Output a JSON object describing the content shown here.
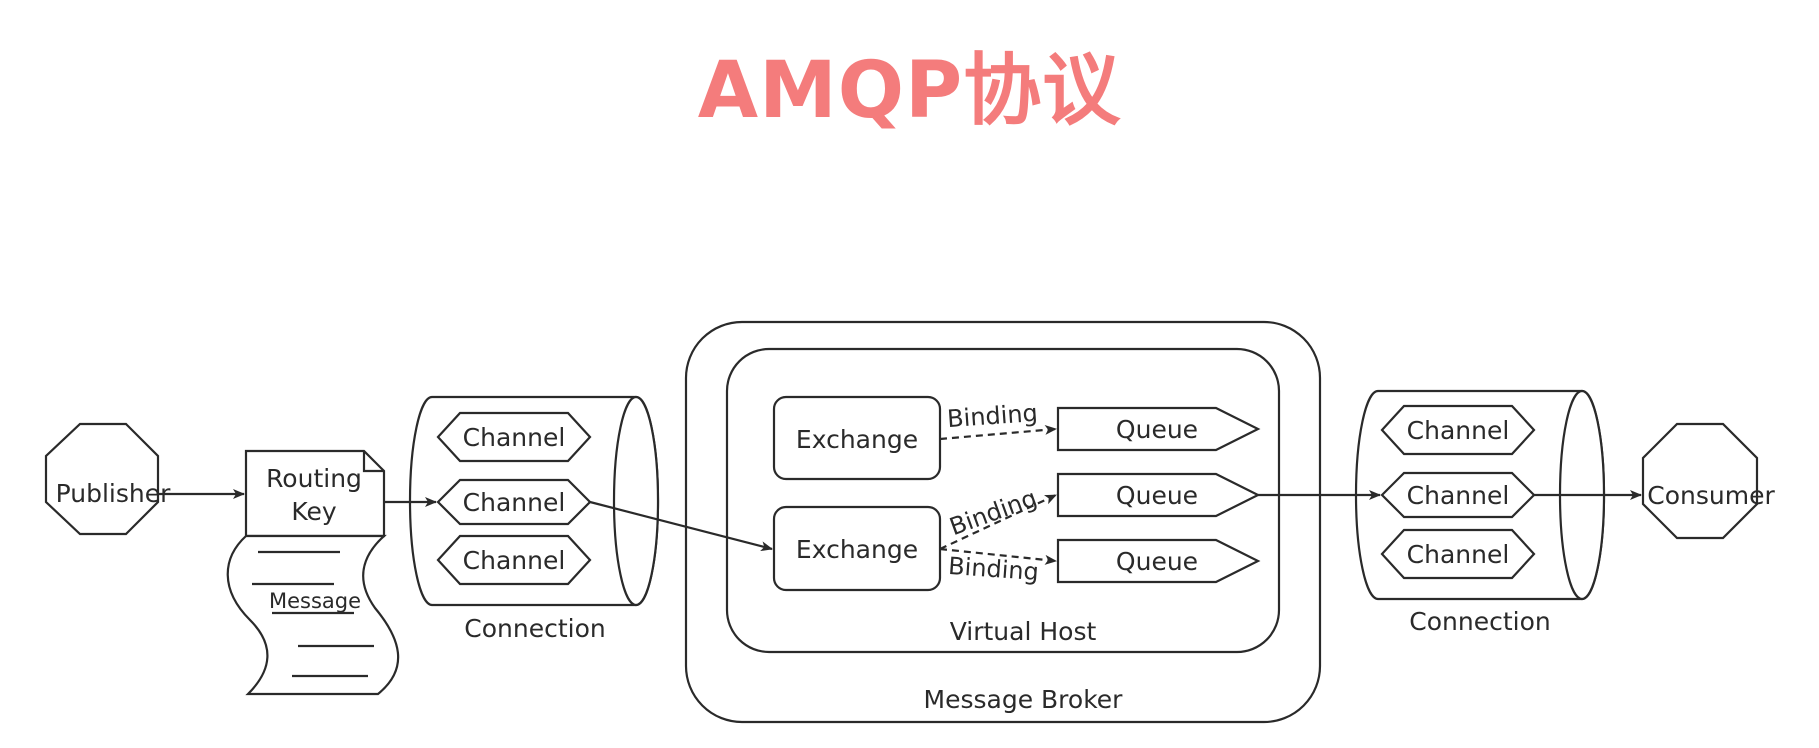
{
  "title": "AMQP协议",
  "publisher": "Publisher",
  "consumer": "Consumer",
  "routing_key": {
    "line1": "Routing",
    "line2": "Key"
  },
  "message": "Message",
  "connection_left": {
    "label": "Connection",
    "channels": [
      "Channel",
      "Channel",
      "Channel"
    ]
  },
  "connection_right": {
    "label": "Connection",
    "channels": [
      "Channel",
      "Channel",
      "Channel"
    ]
  },
  "broker": {
    "label": "Message Broker",
    "virtual_host": {
      "label": "Virtual Host",
      "exchanges": [
        "Exchange",
        "Exchange"
      ],
      "queues": [
        "Queue",
        "Queue",
        "Queue"
      ],
      "bindings": [
        "Binding",
        "Binding",
        "Binding"
      ]
    }
  }
}
